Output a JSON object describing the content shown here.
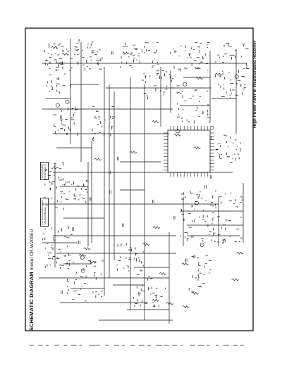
{
  "diagram": {
    "title": "SCHEMATIC DIAGRAM",
    "model": "model CR-W200EU",
    "caption": "High Power AM/FM Weatherband Receiver",
    "stamp_left_line1": "For Service Information",
    "stamp_left_line2": "CR-W200EU",
    "stamp_right_line1": "CR-W200EU",
    "stamp_right_line2": "Schematic"
  },
  "colors": {
    "ink": "#111111",
    "paper": "#ffffff"
  }
}
